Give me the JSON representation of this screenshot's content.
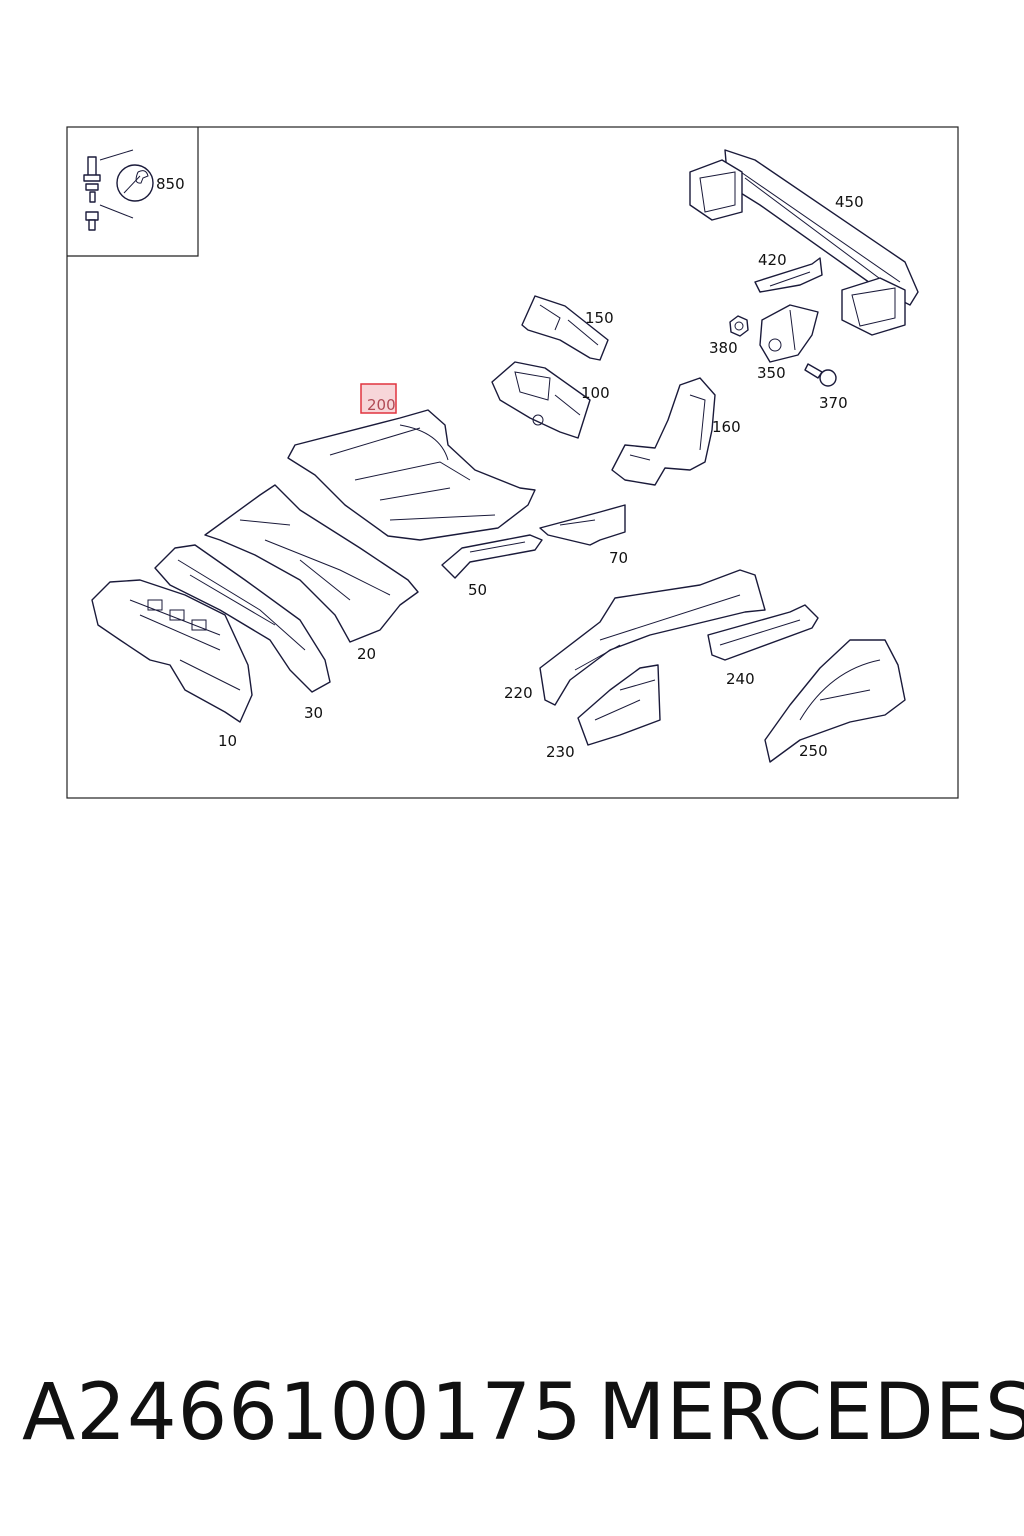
{
  "diagram": {
    "callouts": {
      "c850": "850",
      "c450": "450",
      "c420": "420",
      "c150": "150",
      "c380": "380",
      "c350": "350",
      "c370": "370",
      "c100": "100",
      "c200": "200",
      "c160": "160",
      "c70": "70",
      "c50": "50",
      "c20": "20",
      "c30": "30",
      "c10": "10",
      "c220": "220",
      "c240": "240",
      "c230": "230",
      "c250": "250"
    },
    "highlighted_callout": "200",
    "highlight_color": "#e0343f"
  },
  "footer": {
    "part_number": "A2466100175",
    "brand": "MERCEDES"
  }
}
